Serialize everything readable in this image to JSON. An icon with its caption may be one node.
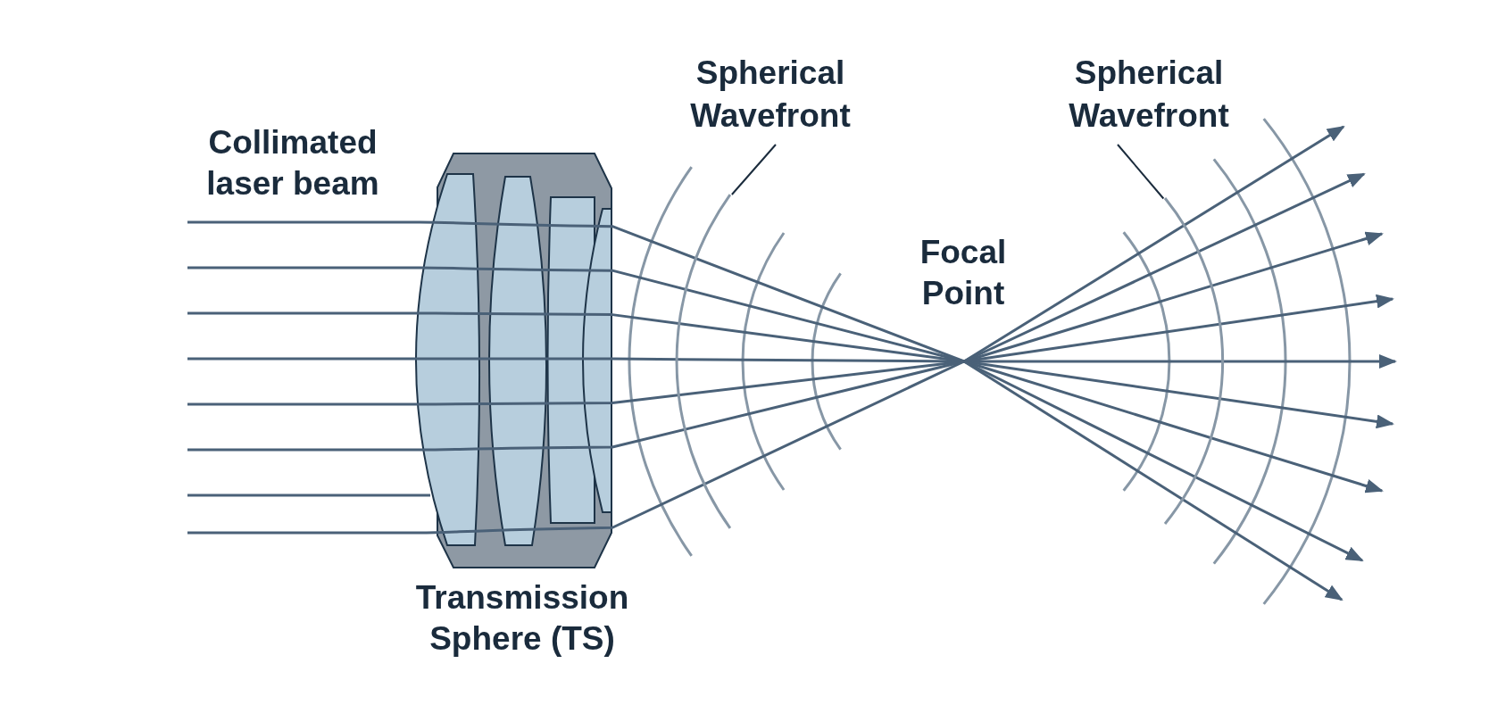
{
  "diagram": {
    "nodes": [
      {
        "text": [
          "Transmission Sphere (TS)"
        ]
      },
      {
        "text": [
          "Spherical Wavefront"
        ]
      },
      {
        "text": [
          "Spherical Wavefront"
        ]
      },
      {
        "text": [],
        "shape": "arc"
      },
      {
        "text": [],
        "shape": "arc"
      }
    ],
    "edges": [
      {
        "from": 1,
        "to": 3,
        "arrow": "none"
      },
      {
        "from": 2,
        "to": 4,
        "arrow": "none"
      }
    ],
    "labels": [
      "Collimated laser beam",
      "Focal Point"
    ]
  }
}
